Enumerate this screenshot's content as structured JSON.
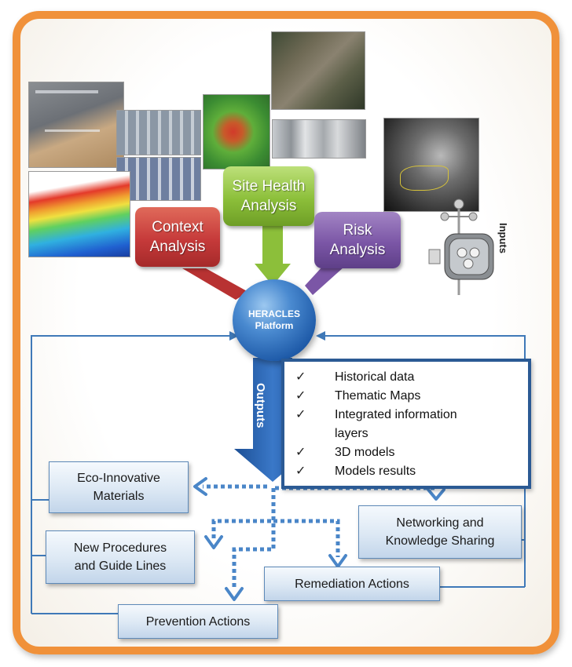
{
  "diagram": {
    "platform": {
      "line1": "HERACLES",
      "line2": "Platform"
    },
    "analyses": {
      "context": {
        "line1": "Context",
        "line2": "Analysis",
        "color": "#c63a3a"
      },
      "site_health": {
        "line1": "Site Health",
        "line2": "Analysis",
        "color": "#8cbf3a"
      },
      "risk": {
        "line1": "Risk",
        "line2": "Analysis",
        "color": "#7b56a6"
      }
    },
    "inputs_label": "Inputs",
    "outputs_label": "Outputs",
    "output_checklist": [
      "Historical data",
      "Thematic Maps",
      "Integrated information",
      "layers",
      "3D models",
      "Models results"
    ],
    "output_boxes": {
      "eco": {
        "line1": "Eco-Innovative",
        "line2": "Materials"
      },
      "procedures": {
        "line1": "New Procedures",
        "line2": "and Guide Lines"
      },
      "prevention": {
        "line1": "Prevention Actions"
      },
      "remediation": {
        "line1": "Remediation Actions"
      },
      "networking": {
        "line1": "Networking and",
        "line2": "Knowledge Sharing"
      }
    },
    "colors": {
      "frame": "#f0913a",
      "platform": "#1e5aa8",
      "flow_lines": "#3f79b8",
      "checklist_border": "#2b5a94"
    }
  }
}
